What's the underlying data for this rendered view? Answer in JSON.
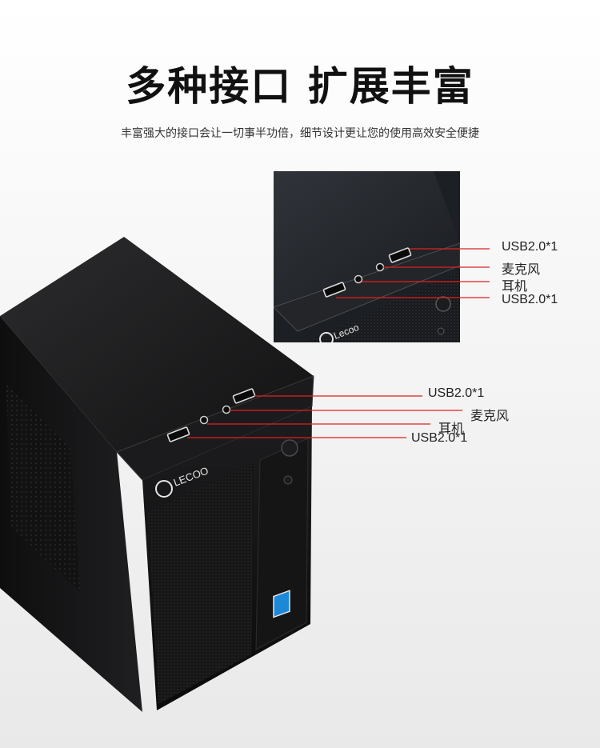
{
  "header": {
    "title": "多种接口 扩展丰富",
    "subtitle": "丰富强大的接口会让一切事半功倍，细节设计更让您的使用高效安全便捷"
  },
  "main_callouts": [
    {
      "label": "USB2.0*1"
    },
    {
      "label": "麦克风"
    },
    {
      "label": "耳机"
    },
    {
      "label": "USB2.0*1"
    }
  ],
  "inset_callouts": [
    {
      "label": "USB2.0*1"
    },
    {
      "label": "麦克风"
    },
    {
      "label": "耳机"
    },
    {
      "label": "USB2.0*1"
    }
  ],
  "brand": {
    "logo_text": "LECOO",
    "logo_script": "Lecoo"
  },
  "colors": {
    "callout_line": "#e02020",
    "case_dark": "#1a1a1c",
    "sticker_blue": "#1e88d8"
  }
}
